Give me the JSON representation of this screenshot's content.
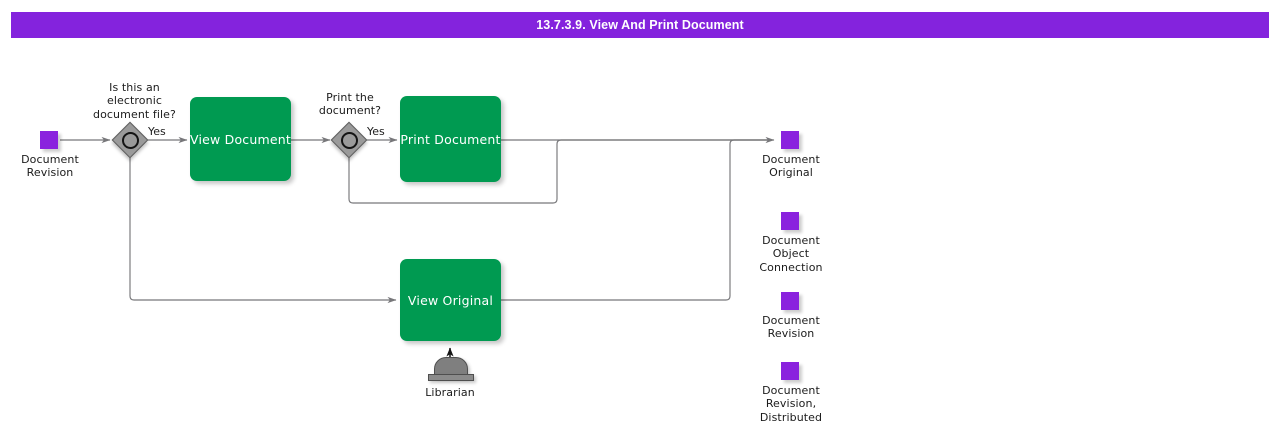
{
  "title": {
    "text": "13.7.3.9. View And Print Document"
  },
  "colors": {
    "title_bar": "#8423dd",
    "task_fill": "#009a51",
    "task_text": "#ffffff",
    "data_object": "#8a22de",
    "gateway_fill": "#9a9a9a",
    "gateway_border": "#5d5d5d",
    "connector": "#77777a",
    "performer_fill": "#7f7f7f",
    "label_text": "#1b1b1b"
  },
  "diagram": {
    "type": "bpmn-flowchart",
    "start_event": {
      "name": "document-revision-start",
      "label": "Document\nRevision",
      "shape": "data-object"
    },
    "gateways": [
      {
        "id": "gateway-electronic-file",
        "question": "Is this an\nelectronic\ndocument file?",
        "yes_label": "Yes",
        "yes_target": "View Document",
        "no_target": "View Original"
      },
      {
        "id": "gateway-print",
        "question": "Print the\ndocument?",
        "yes_label": "Yes",
        "yes_target": "Print Document",
        "no_target": "Document Original"
      }
    ],
    "tasks": [
      {
        "id": "task-view-document",
        "label": "View Document"
      },
      {
        "id": "task-print-document",
        "label": "Print Document"
      },
      {
        "id": "task-view-original",
        "label": "View Original"
      }
    ],
    "performers": [
      {
        "id": "performer-librarian",
        "label": "Librarian",
        "assigned_to": "View Original"
      }
    ],
    "outputs": [
      {
        "id": "output-document-original",
        "label": "Document\nOriginal"
      }
    ],
    "legend": [
      {
        "id": "legend-document-object-connection",
        "label": "Document\nObject\nConnection"
      },
      {
        "id": "legend-document-revision",
        "label": "Document\nRevision"
      },
      {
        "id": "legend-document-revision-distributed",
        "label": "Document\nRevision,\nDistributed"
      }
    ]
  }
}
